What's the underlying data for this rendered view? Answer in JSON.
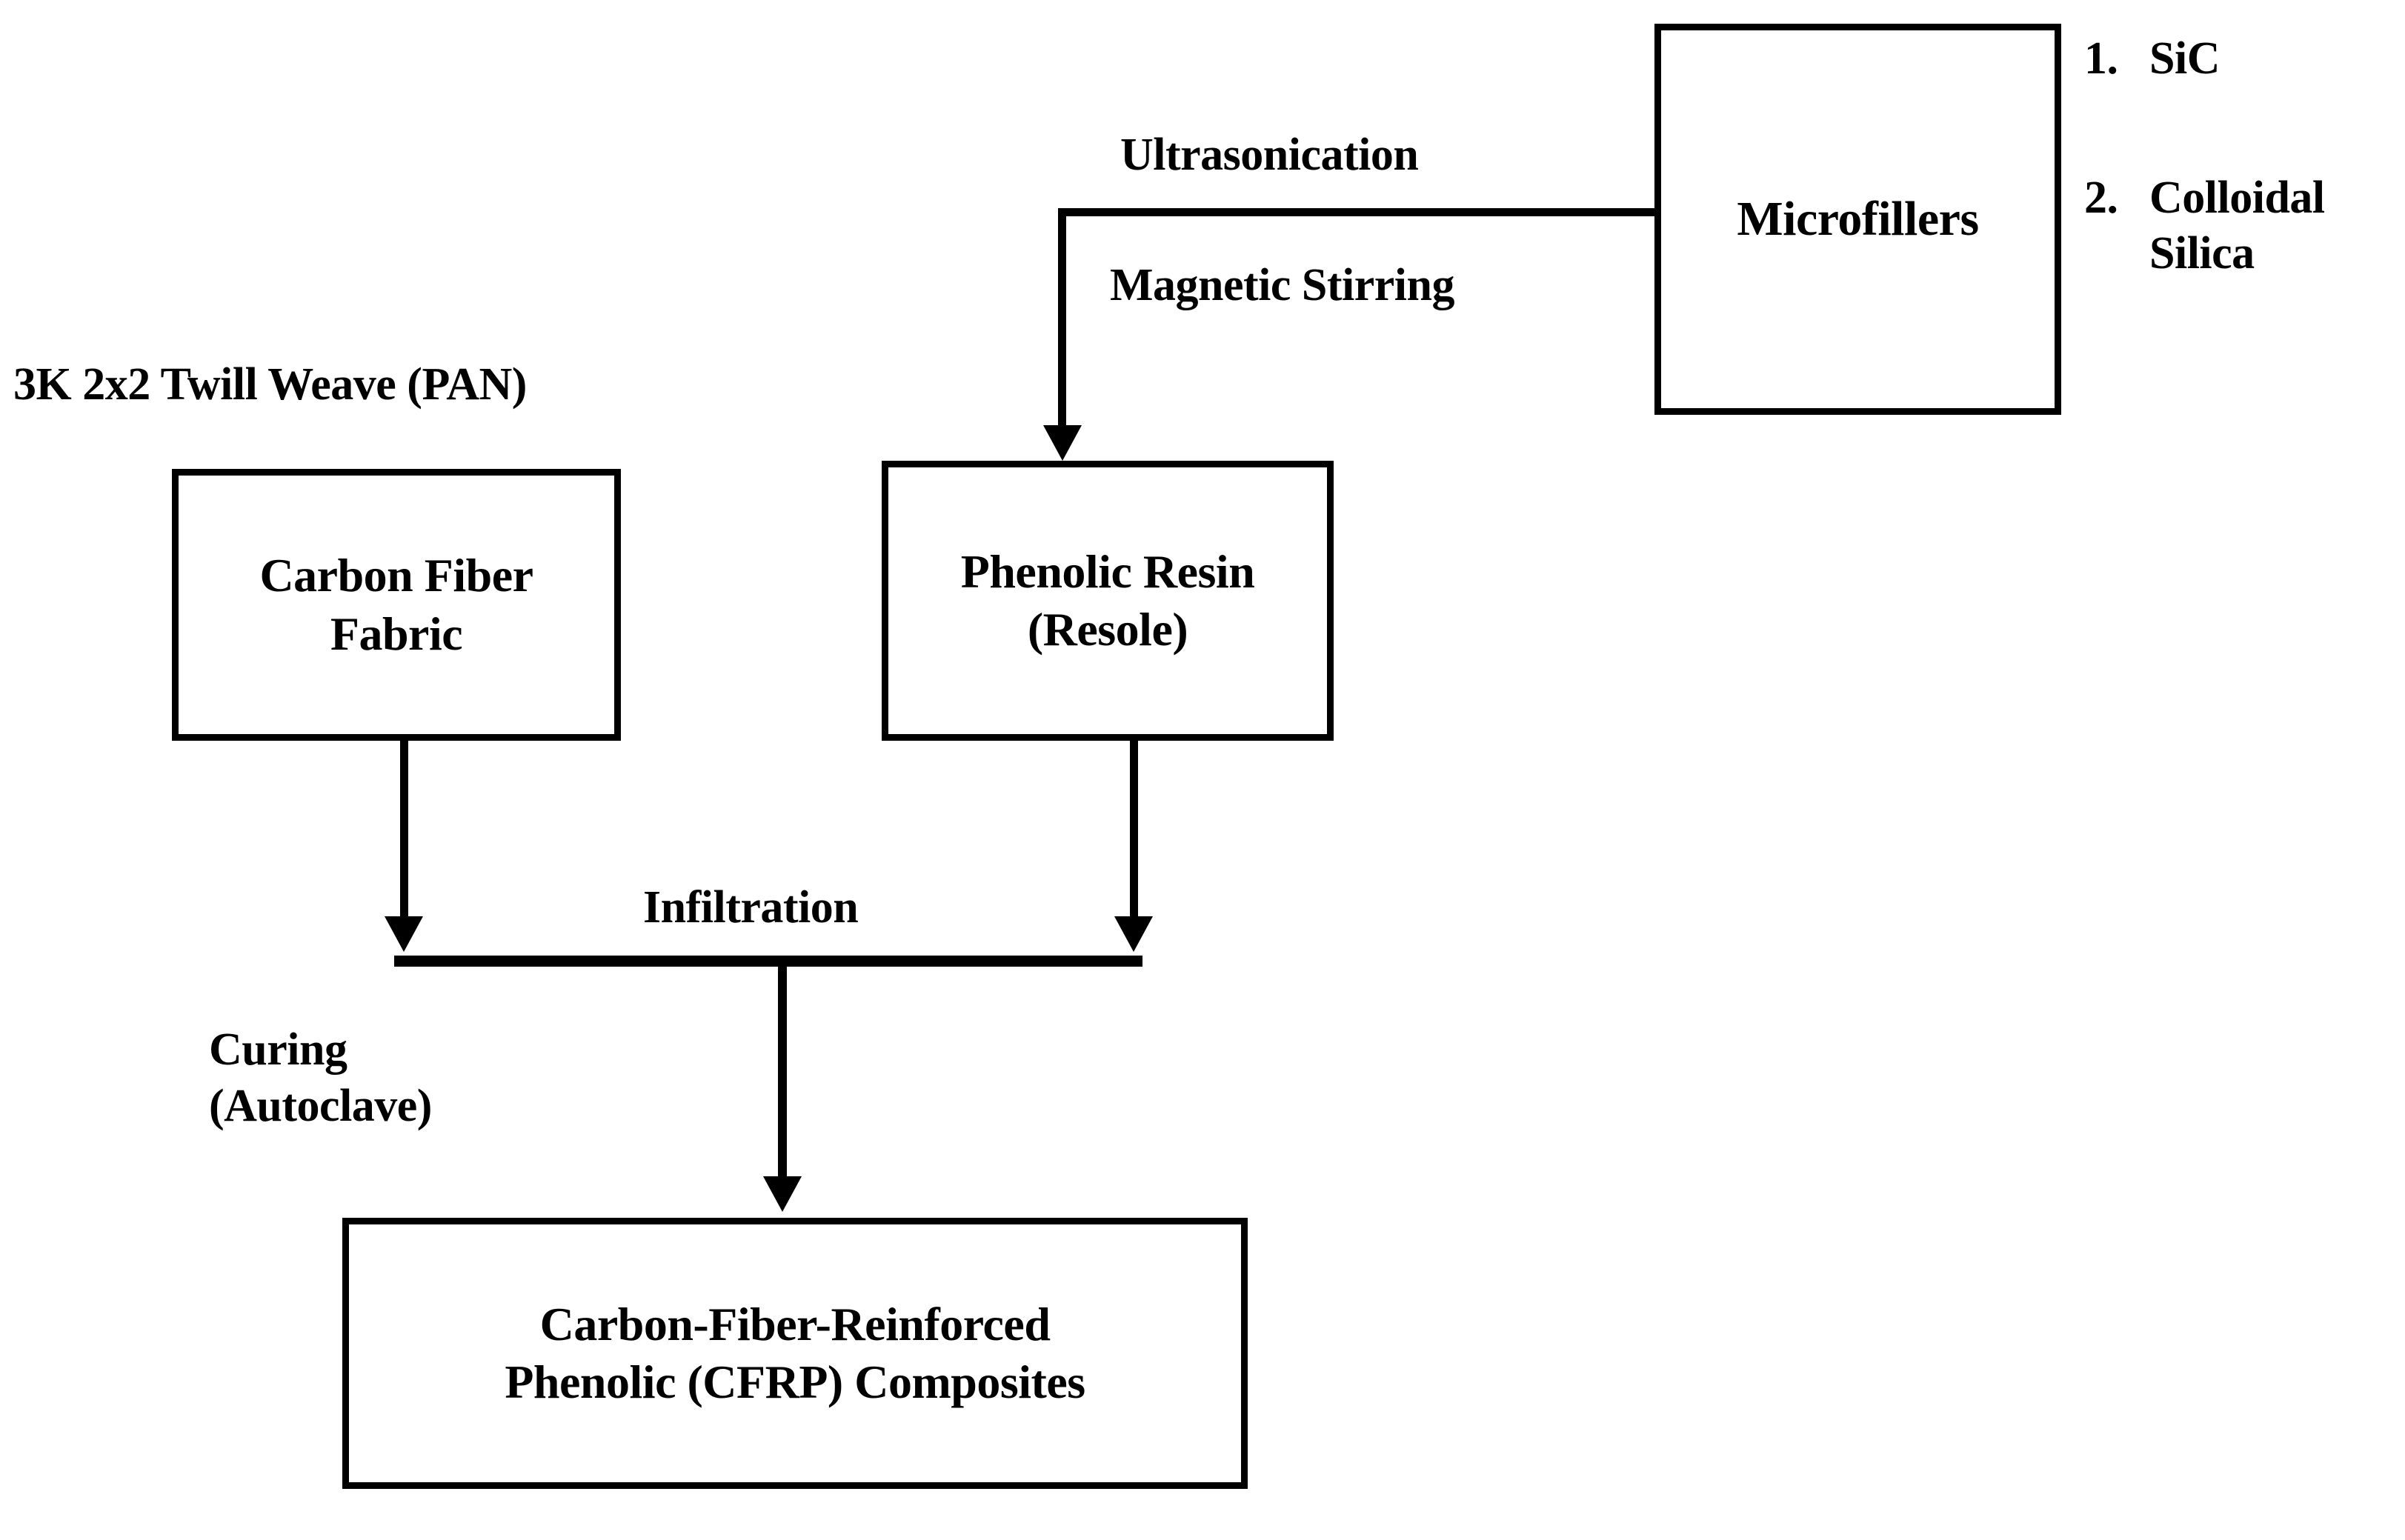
{
  "diagram": {
    "title": "CFRP composite fabrication process flow",
    "ink_color": "#000000",
    "background_color": "#ffffff",
    "nodes": {
      "microfillers": {
        "label": "Microfillers"
      },
      "phenolic_resin": {
        "label": "Phenolic Resin\n(Resole)",
        "line1": "Phenolic Resin",
        "line2": "(Resole)"
      },
      "carbon_fiber_fabric": {
        "label": "Carbon Fiber\nFabric",
        "line1": "Carbon Fiber",
        "line2": "Fabric"
      },
      "cfrp_composites": {
        "label": "Carbon-Fiber-Reinforced\nPhenolic (CFRP) Composites",
        "line1": "Carbon-Fiber-Reinforced",
        "line2": "Phenolic (CFRP) Composites"
      }
    },
    "labels": {
      "weave_spec": "3K 2x2 Twill Weave (PAN)",
      "ultrasonication": "Ultrasonication",
      "magnetic_stirring": "Magnetic Stirring",
      "infiltration": "Infiltration",
      "curing_line1": "Curing",
      "curing_line2": "(Autoclave)"
    },
    "microfiller_list": [
      {
        "number": "1.",
        "name": "SiC"
      },
      {
        "number": "2.",
        "name": "Colloidal Silica"
      }
    ],
    "edges": [
      {
        "from": "microfillers",
        "to": "phenolic_resin",
        "labels": [
          "Ultrasonication",
          "Magnetic Stirring"
        ],
        "style": "elbow-arrow"
      },
      {
        "from": "carbon_fiber_fabric",
        "to": "infiltration_junction",
        "labels": [],
        "style": "straight-arrow"
      },
      {
        "from": "phenolic_resin",
        "to": "infiltration_junction",
        "labels": [
          "Infiltration"
        ],
        "style": "straight-arrow"
      },
      {
        "from": "infiltration_junction",
        "to": "cfrp_composites",
        "labels": [
          "Curing (Autoclave)"
        ],
        "style": "straight-arrow"
      }
    ]
  }
}
